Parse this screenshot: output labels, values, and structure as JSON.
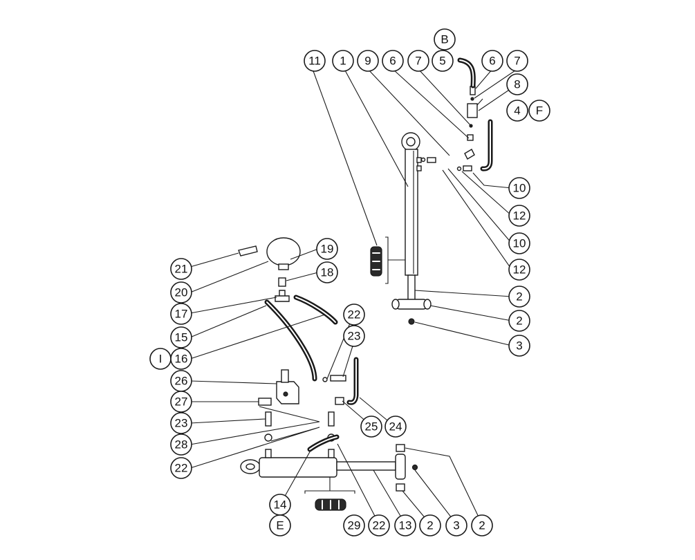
{
  "callouts": [
    {
      "id": "c-B",
      "label": "B",
      "kind": "letter"
    },
    {
      "id": "c-5",
      "label": "5",
      "kind": "number"
    },
    {
      "id": "c-6a",
      "label": "6",
      "kind": "number"
    },
    {
      "id": "c-7a",
      "label": "7",
      "kind": "number"
    },
    {
      "id": "c-8",
      "label": "8",
      "kind": "number"
    },
    {
      "id": "c-4",
      "label": "4",
      "kind": "number"
    },
    {
      "id": "c-F",
      "label": "F",
      "kind": "letter"
    },
    {
      "id": "c-11",
      "label": "11",
      "kind": "number"
    },
    {
      "id": "c-1",
      "label": "1",
      "kind": "number"
    },
    {
      "id": "c-9",
      "label": "9",
      "kind": "number"
    },
    {
      "id": "c-6b",
      "label": "6",
      "kind": "number"
    },
    {
      "id": "c-7b",
      "label": "7",
      "kind": "number"
    },
    {
      "id": "c-10a",
      "label": "10",
      "kind": "number"
    },
    {
      "id": "c-12a",
      "label": "12",
      "kind": "number"
    },
    {
      "id": "c-10b",
      "label": "10",
      "kind": "number"
    },
    {
      "id": "c-12b",
      "label": "12",
      "kind": "number"
    },
    {
      "id": "c-2a",
      "label": "2",
      "kind": "number"
    },
    {
      "id": "c-2b",
      "label": "2",
      "kind": "number"
    },
    {
      "id": "c-3a",
      "label": "3",
      "kind": "number"
    },
    {
      "id": "c-19",
      "label": "19",
      "kind": "number"
    },
    {
      "id": "c-18",
      "label": "18",
      "kind": "number"
    },
    {
      "id": "c-21",
      "label": "21",
      "kind": "number"
    },
    {
      "id": "c-20",
      "label": "20",
      "kind": "number"
    },
    {
      "id": "c-17",
      "label": "17",
      "kind": "number"
    },
    {
      "id": "c-15",
      "label": "15",
      "kind": "number"
    },
    {
      "id": "c-I",
      "label": "I",
      "kind": "letter"
    },
    {
      "id": "c-16",
      "label": "16",
      "kind": "number"
    },
    {
      "id": "c-22a",
      "label": "22",
      "kind": "number"
    },
    {
      "id": "c-23a",
      "label": "23",
      "kind": "number"
    },
    {
      "id": "c-26",
      "label": "26",
      "kind": "number"
    },
    {
      "id": "c-27",
      "label": "27",
      "kind": "number"
    },
    {
      "id": "c-23b",
      "label": "23",
      "kind": "number"
    },
    {
      "id": "c-28",
      "label": "28",
      "kind": "number"
    },
    {
      "id": "c-22b",
      "label": "22",
      "kind": "number"
    },
    {
      "id": "c-25",
      "label": "25",
      "kind": "number"
    },
    {
      "id": "c-24",
      "label": "24",
      "kind": "number"
    },
    {
      "id": "c-14",
      "label": "14",
      "kind": "number"
    },
    {
      "id": "c-E",
      "label": "E",
      "kind": "letter"
    },
    {
      "id": "c-29",
      "label": "29",
      "kind": "number"
    },
    {
      "id": "c-22c",
      "label": "22",
      "kind": "number"
    },
    {
      "id": "c-13",
      "label": "13",
      "kind": "number"
    },
    {
      "id": "c-2c",
      "label": "2",
      "kind": "number"
    },
    {
      "id": "c-3b",
      "label": "3",
      "kind": "number"
    },
    {
      "id": "c-2d",
      "label": "2",
      "kind": "number"
    }
  ],
  "colors": {
    "ink": "#1a1a1a",
    "paper": "#ffffff",
    "shade": "#bdbdbd"
  }
}
